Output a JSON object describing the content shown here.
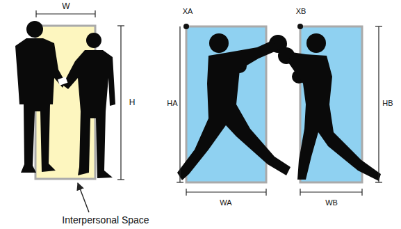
{
  "diagram": {
    "labels": [
      "W",
      "H",
      "XA",
      "XB",
      "HA",
      "HB",
      "WA",
      "WB",
      "Interpersonal Space"
    ]
  }
}
